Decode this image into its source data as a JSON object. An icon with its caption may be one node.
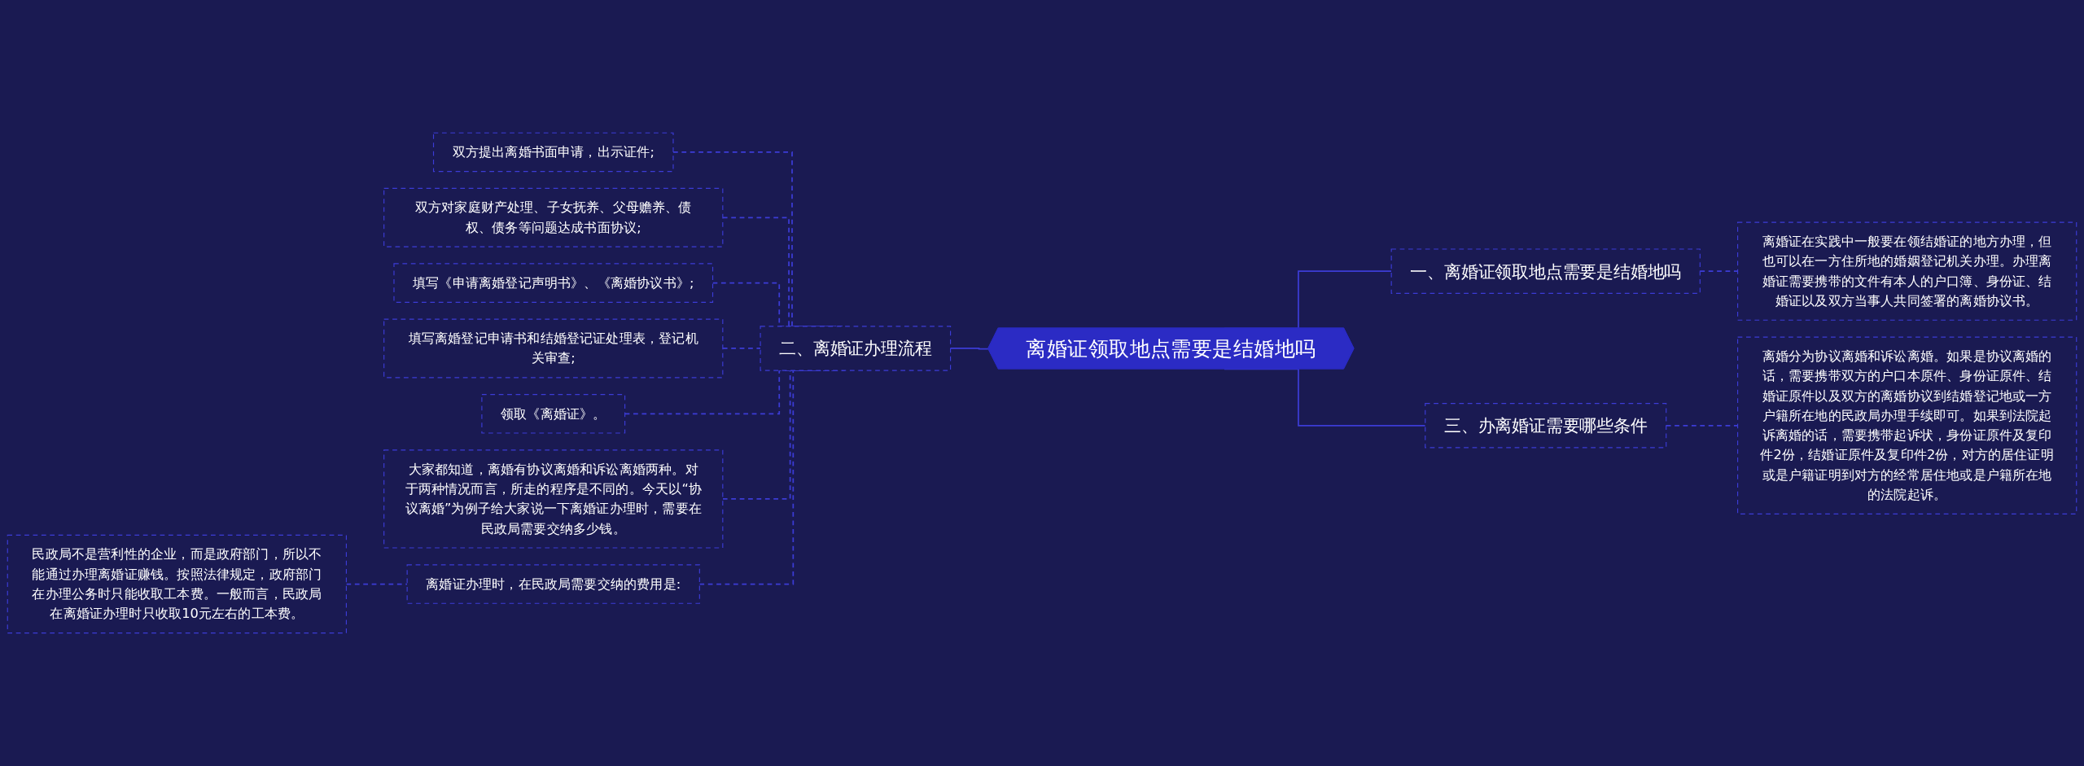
{
  "diagram": {
    "nodes": [
      {
        "text": [
          "离婚证领取地点需要是结婚地吗"
        ]
      },
      {
        "text": [
          "一、离婚证领取地点需要是结婚地吗"
        ]
      },
      {
        "text": [
          "离婚证在实践中一般要在领结婚证的地方办理，但也可以在一方住所地的婚姻登记机关办理。办理离婚证需要携带的文件有本人的户口簿、身份证、结婚证以及双方当事人共同签署的离婚协议书。"
        ]
      },
      {
        "text": [
          "三、办离婚证需要哪些条件"
        ]
      },
      {
        "text": [
          "离婚分为协议离婚和诉讼离婚。如果是协议离婚的话，需要携带双方的户口本原件、身份证原件、结婚证原件以及双方的离婚协议到结婚登记地或一方户籍所在地的民政局办理手续即可。如果到法院起诉离婚的话，需要携带起诉状，身份证原件及复印件2份，结婚证原件及复印件2份，对方的居住证明或是户籍证明到对方的经常居住地或是户籍所在地的法院起诉。"
        ]
      },
      {
        "text": [
          "二、离婚证办理流程"
        ]
      },
      {
        "text": [
          "双方提出离婚书面申请，出示证件;"
        ]
      },
      {
        "text": [
          "双方对家庭财产处理、子女抚养、父母赡养、债权、债务等问题达成书面协议;"
        ]
      },
      {
        "text": [
          "填写《申请离婚登记声明书》、《离婚协议书》;"
        ]
      },
      {
        "text": [
          "填写离婚登记申请书和结婚登记证处理表，登记机关审查;"
        ]
      },
      {
        "text": [
          "领取《离婚证》。"
        ]
      },
      {
        "text": [
          "大家都知道，离婚有协议离婚和诉讼离婚两种。对于两种情况而言，所走的程序是不同的。今天以“协议离婚”为例子给大家说一下离婚证办理时，需要在民政局需要交纳多少钱。"
        ]
      },
      {
        "text": [
          "离婚证办理时，在民政局需要交纳的费用是:"
        ]
      },
      {
        "text": [
          "民政局不是营利性的企业，而是政府部门，所以不能通过办理离婚证赚钱。按照法律规定，政府部门在办理公务时只能收取工本费。一般而言，民政局在离婚证办理时只收取10元左右的工本费。"
        ]
      }
    ],
    "edges": [
      {
        "from": 0,
        "to": 1,
        "arrow": "none"
      },
      {
        "from": 1,
        "to": 2,
        "arrow": "none",
        "style": "dashed"
      },
      {
        "from": 0,
        "to": 3,
        "arrow": "none"
      },
      {
        "from": 3,
        "to": 4,
        "arrow": "none",
        "style": "dashed"
      },
      {
        "from": 5,
        "to": 0,
        "arrow": "none"
      },
      {
        "from": 6,
        "to": 5,
        "arrow": "none",
        "style": "dashed"
      },
      {
        "from": 7,
        "to": 5,
        "arrow": "none",
        "style": "dashed"
      },
      {
        "from": 8,
        "to": 5,
        "arrow": "none",
        "style": "dashed"
      },
      {
        "from": 9,
        "to": 5,
        "arrow": "none",
        "style": "dashed"
      },
      {
        "from": 10,
        "to": 5,
        "arrow": "none",
        "style": "dashed"
      },
      {
        "from": 11,
        "to": 5,
        "arrow": "none",
        "style": "dashed"
      },
      {
        "from": 12,
        "to": 5,
        "arrow": "none",
        "style": "dashed"
      },
      {
        "from": 13,
        "to": 12,
        "arrow": "none",
        "style": "dashed"
      }
    ]
  }
}
